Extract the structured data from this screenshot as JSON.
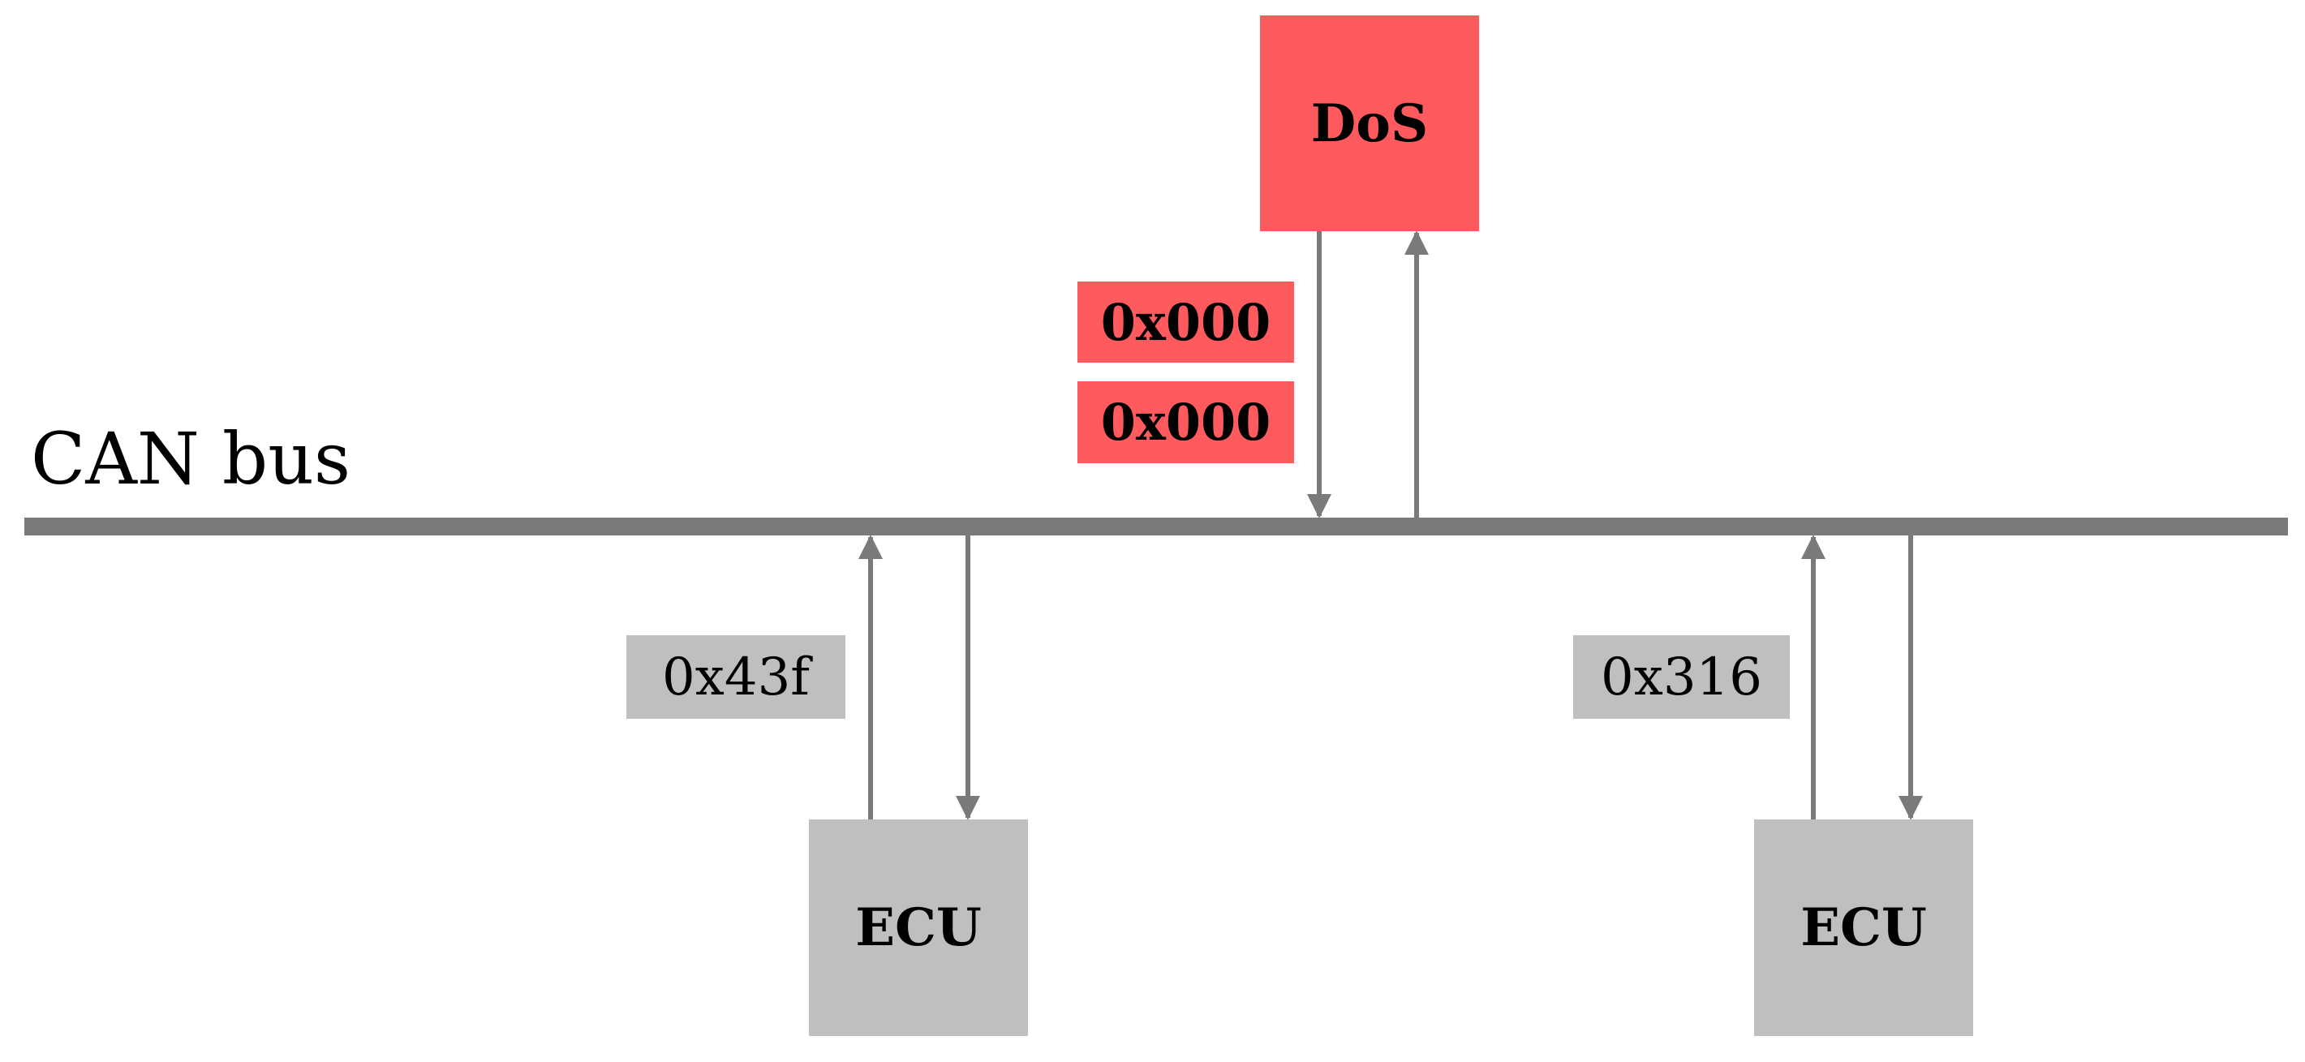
{
  "bus": {
    "label": "CAN bus",
    "color": "#7a7a7a"
  },
  "attacker": {
    "label": "DoS",
    "color": "#ff5b5e",
    "messages": [
      "0x000",
      "0x000"
    ]
  },
  "ecus": [
    {
      "label": "ECU",
      "message": "0x43f"
    },
    {
      "label": "ECU",
      "message": "0x316"
    }
  ],
  "colors": {
    "ecu_fill": "#bfbfbf",
    "normal_message_fill": "#bfbfbf",
    "attack_message_fill": "#ff5b5e",
    "arrow": "#7a7a7a"
  }
}
